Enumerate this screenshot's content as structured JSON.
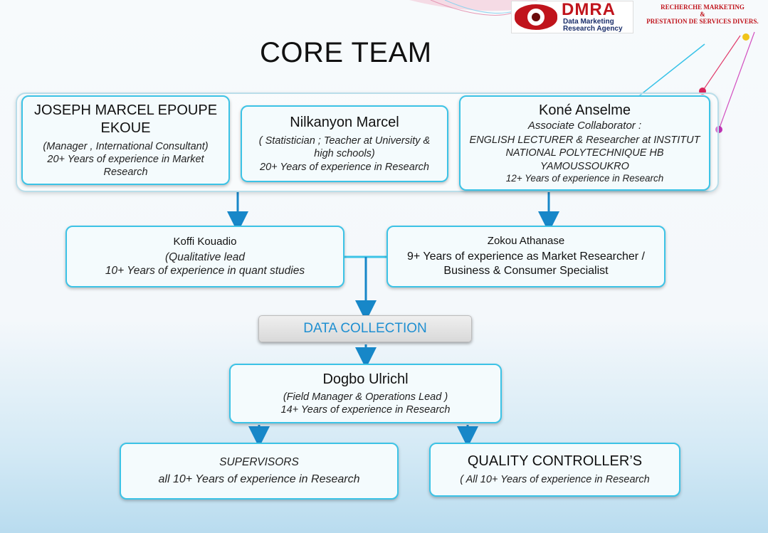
{
  "title": "CORE TEAM",
  "logo": {
    "brand": "DMRA",
    "sub1": "Data Marketing",
    "sub2": "Research Agency",
    "tag1": "RECHERCHE MARKETING",
    "tag2": "&",
    "tag3": "PRESTATION DE SERVICES DIVERS."
  },
  "team": {
    "joseph": {
      "name1": "JOSEPH MARCEL EPOUPE",
      "name2": "EKOUE",
      "role": "(Manager , International Consultant)",
      "exp1": "20+ Years of experience in Market",
      "exp2": "Research"
    },
    "nilkanyon": {
      "name": "Nilkanyon Marcel",
      "role1": "( Statistician ; Teacher at University &",
      "role2": "high schools)",
      "exp": "20+ Years of experience in Research"
    },
    "kone": {
      "name": "Koné Anselme",
      "role": "Associate Collaborator :",
      "line1": "ENGLISH LECTURER & Researcher at INSTITUT",
      "line2": "NATIONAL  POLYTECHNIQUE  HB",
      "line3": "YAMOUSSOUKRO",
      "exp": "12+ Years of experience in Research"
    }
  },
  "koffi": {
    "name": "Koffi Kouadio",
    "role": "(Qualitative lead",
    "exp": "10+ Years of experience in quant studies"
  },
  "zokou": {
    "name": "Zokou Athanase",
    "exp1": "9+ Years of experience as Market Researcher /",
    "exp2": "Business & Consumer Specialist"
  },
  "data_collection": "DATA COLLECTION",
  "dogbo": {
    "name": "Dogbo Ulrichl",
    "role": "(Field Manager & Operations Lead )",
    "exp": "14+ Years of experience in Research"
  },
  "supervisors": {
    "title": "SUPERVISORS",
    "exp": "all 10+ Years of experience in Research"
  },
  "quality": {
    "title": "QUALITY CONTROLLER’S",
    "exp": "( All 10+ Years of experience in Research"
  },
  "colors": {
    "box_border": "#3cc3e6",
    "arrow": "#1787c8",
    "data_collection_text": "#1f8fd1",
    "logo_red": "#c0141c"
  }
}
